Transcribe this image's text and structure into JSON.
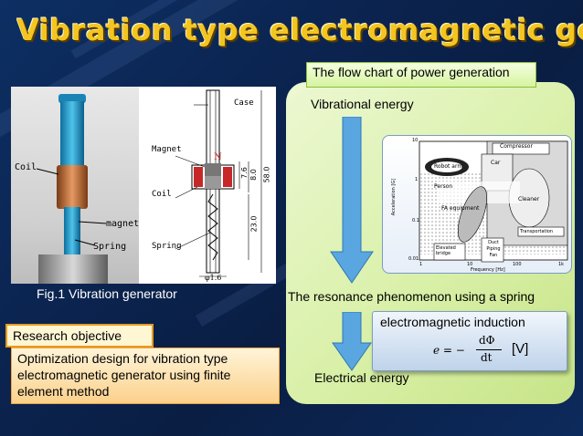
{
  "slide": {
    "title": "Vibration type electromagnetic generator"
  },
  "figure": {
    "caption": "Fig.1 Vibration generator",
    "photo_labels": {
      "coil": "Coil",
      "magnet": "magnet",
      "spring": "Spring"
    },
    "drawing_labels": {
      "case": "Case",
      "magnet": "Magnet",
      "coil": "Coil",
      "spring": "Spring",
      "pole": "N",
      "dim_a": "7.6",
      "dim_b": "8.0",
      "dim_c": "58.0",
      "dim_d": "23.0",
      "diameter": "φ1.6"
    }
  },
  "research": {
    "label": "Research objective",
    "text": "Optimization design for vibration type electromagnetic generator using finite element method"
  },
  "flow": {
    "tag": "The flow chart of power generation",
    "step1": "Vibrational energy",
    "step2": "The resonance phenomenon using a spring",
    "step3": "Electrical energy",
    "em_box_title": "electromagnetic induction",
    "formula_lhs": "e = −",
    "formula_num": "dΦ",
    "formula_den": "dt",
    "formula_unit": "[V]"
  },
  "inset": {
    "regions": [
      "Compressor",
      "Car",
      "Robot arm",
      "Person",
      "FA equipment",
      "Cleaner",
      "Transportation",
      "Elevated bridge",
      "Duct Piping Fan"
    ],
    "ylabel": "Acceleration [G]",
    "xlabel": "Frequency [Hz]",
    "yticks": [
      "10",
      "1",
      "0.1",
      "0.01"
    ],
    "xticks": [
      "1",
      "10",
      "100",
      "1k"
    ]
  },
  "colors": {
    "title": "#f3c520",
    "arrow": "#5aa6e0",
    "panel": "#d9f0a8",
    "objective": "#fbd18c",
    "coil": "#c8743b"
  }
}
